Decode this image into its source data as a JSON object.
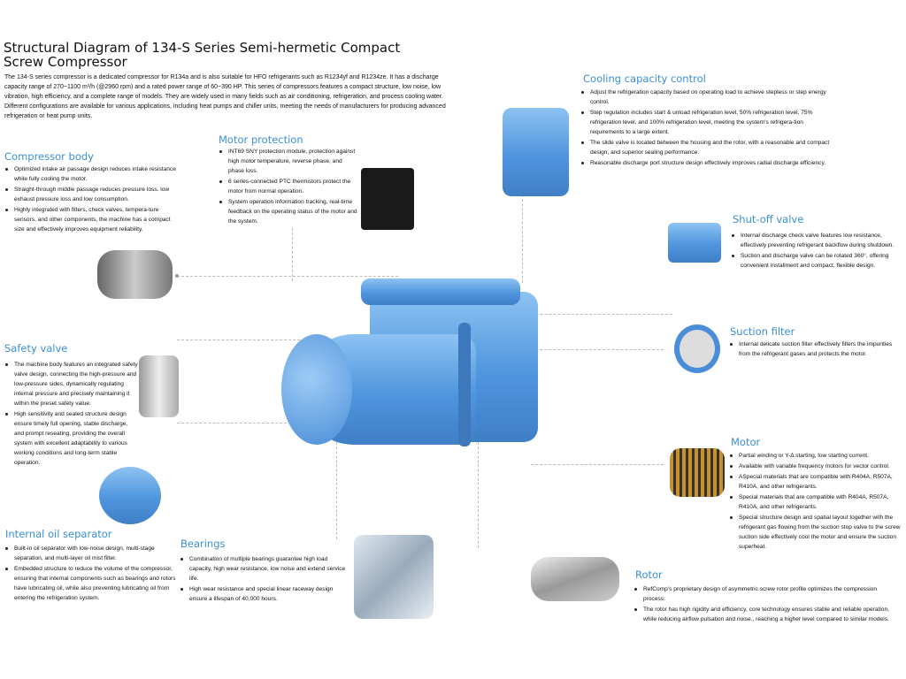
{
  "title": "Structural Diagram of 134-S Series Semi-hermetic Compact Screw Compressor",
  "intro": "The 134-S series compressor is a dedicated compressor for R134a and is also suitable for HFO refrigerants such as R1234yf and R1234ze. It has a discharge capacity range of 270~1100 m³/h (@2960 rpm) and a rated power range of 60~390 HP. This series of compressors features a compact structure, low noise, low vibration, high efficiency, and a complete range of models. They are widely used in many fields such as air conditioning, refrigeration, and process cooling water. Different configurations are available for various applications, including heat pumps and chiller units, meeting the needs of manufacturers for producing advanced refrigeration or heat pump units.",
  "sections": {
    "compressor_body": {
      "title": "Compressor body",
      "items": [
        "Optimized intake air passage design reduces intake resistance while fully cooling the motor.",
        "Straight-through middle passage reduces pressure loss. low exhaust pressure loss and low consumption.",
        "Highly integrated with filters, check valves, tempera-ture sensors, and other components, the machine has a compact size and effectively improves equipment reliability."
      ]
    },
    "motor_protection": {
      "title": "Motor protection",
      "items": [
        "INT69 SNY protection module, protection against high motor temperature, reverse phase, and phase loss.",
        "6 series-connected PTC thermistors protect the motor from normal operation.",
        "System operation information tracking, real-time feedback on the operating status of the motor and the system."
      ]
    },
    "cooling_capacity": {
      "title": "Cooling capacity control",
      "items": [
        "Adjust the refrigeration capacity based on operating load to achieve stepless or step energy control.",
        "Step regulation includes start & unload refrigeration level, 50% refrigeration level, 75% refrigeration level, and 100% refrigeration level, meeting the system's refrigera-tion requirements to a large extent.",
        "The slide valve is located between the housing and the rotor, with a reasonable and compact design, and superior sealing performance.",
        "Reasonable discharge port structure design effectively improves radial discharge efficiency."
      ]
    },
    "shutoff_valve": {
      "title": "Shut-off valve",
      "items": [
        "Internal discharge check valve features low resistance, effectively preventing refrigerant backflow during shutdown.",
        "Suction and discharge valve can be rotated 360°, offering convenient installment and compact, flexible design."
      ]
    },
    "suction_filter": {
      "title": "Suction filter",
      "items": [
        "Internal delicate suction filter effectively filters the impurities from the refrigerant gases and protects the motor."
      ]
    },
    "motor": {
      "title": "Motor",
      "items": [
        "Partial winding or Y-Δ starting, low starting current.",
        "Available with variable frequency motors for vector control.",
        "ASpecial materials that are compatible with R404A, R507A, R410A, and other refrigerants.",
        "Special materials that are compatible with R404A, R507A, R410A, and other refrigerants.",
        "Special structure design and spatial layout together with the refrigerant gas flowing from the suction stop valve to the screw suction side effectively cool the motor and ensure the suction superheat."
      ]
    },
    "rotor": {
      "title": "Rotor",
      "items": [
        "RefComp's proprietary design of asymmetric screw rotor profile optimizes the compression process.",
        "The rotor has high rigidity and efficiency, core technology ensures stable and reliable operation, while reducing airflow pulsation and noise., reaching a higher level compared to similar models."
      ]
    },
    "safety_valve": {
      "title": "Safety valve",
      "items": [
        "The machine body features an integrated safety valve design, connecting the high-pressure and low-pressure sides, dynamically regulating internal pressure and precisely maintaining it within the preset safety value.",
        "High sensitivity and sealed structure design ensure timely full opening, stable discharge, and prompt reseating, providing the overall system with excellent adaptability to various working conditions and long-term stable operation."
      ]
    },
    "oil_separator": {
      "title": "Internal oil separator",
      "items": [
        "Built-in oil separator with low-noise design, multi-stage separation, and multi-layer oil mist filter.",
        "Embedded structure to reduce the volume of the compressor, ensuring that internal components such as bearings and rotors have lubricating oil, while also preventing lubricating oil from entering the refrigeration system."
      ]
    },
    "bearings": {
      "title": "Bearings",
      "items": [
        "Combination of multiple bearings guarantee high load capacity, high wear resistance, low noise and extend service life.",
        "High wear resistance and special linear raceway design ensure a lifespan of 40,000 hours."
      ]
    }
  },
  "colors": {
    "heading": "#3a8fd6",
    "compressor": "#4f95de"
  }
}
